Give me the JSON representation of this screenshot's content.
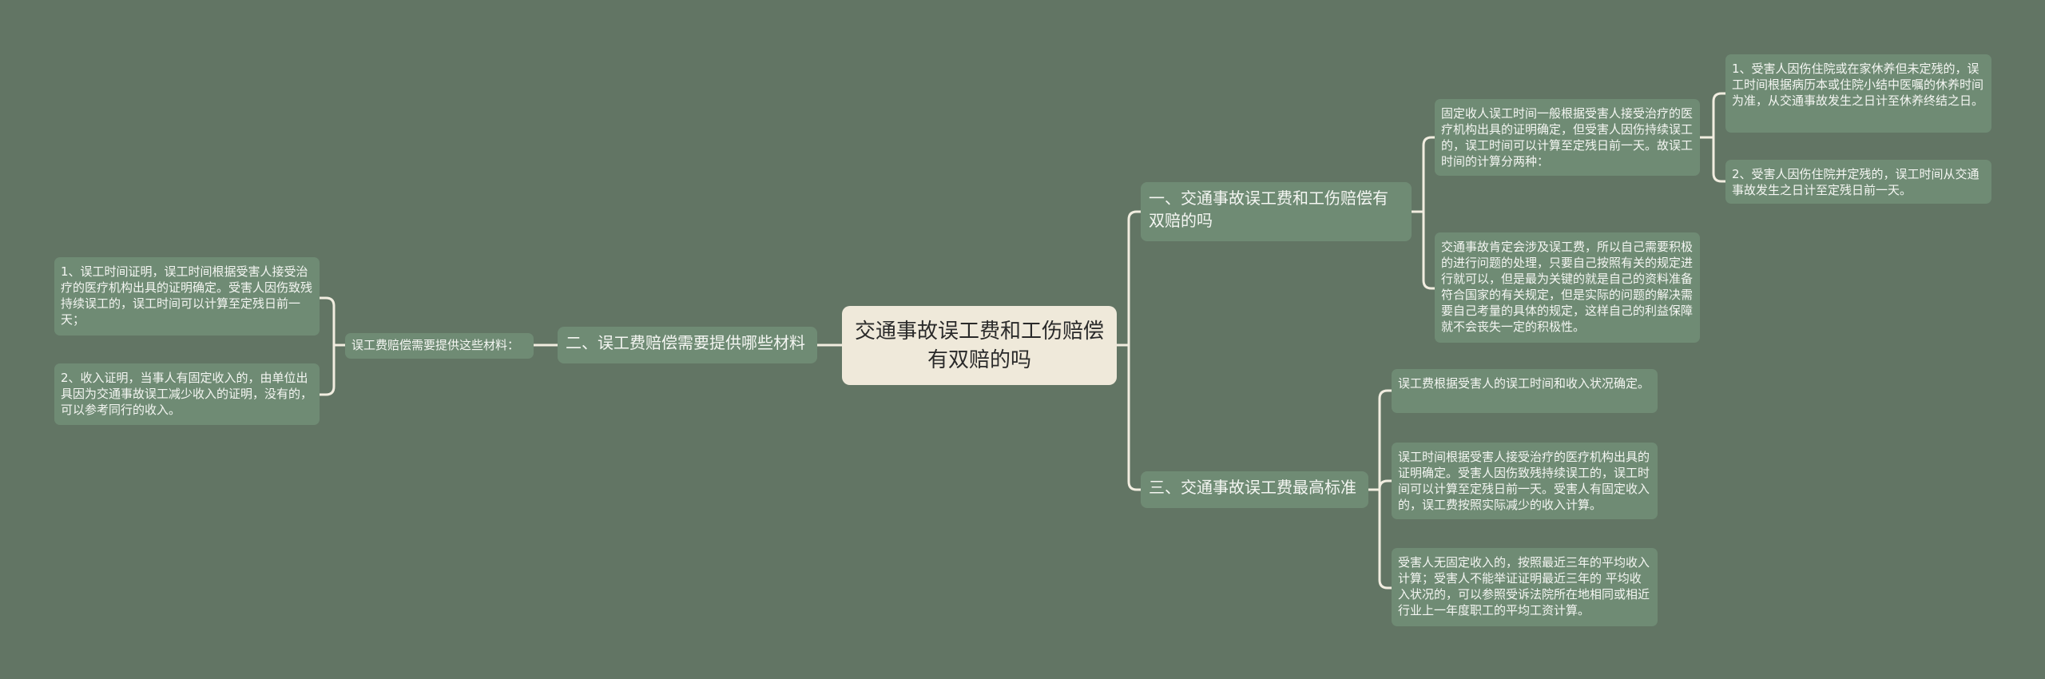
{
  "colors": {
    "background": "#627564",
    "root_fill": "#efe9da",
    "node_fill": "#6f8b74",
    "connector": "#f1ede0"
  },
  "root": {
    "label": "交通事故误工费和工伤赔偿有双赔的吗"
  },
  "branches": {
    "b1": {
      "label": "一、交通事故误工费和工伤赔偿有双赔的吗",
      "children": {
        "c1": {
          "label": "固定收人误工时间一般根据受害人接受治疗的医疗机构出具的证明确定，但受害人因伤持续误工的，误工时间可以计算至定残日前一天。故误工时间的计算分两种：",
          "children": {
            "d1": {
              "label": "1、受害人因伤住院或在家休养但未定残的，误工时间根据病历本或住院小结中医嘱的休养时间为准，从交通事故发生之日计至休养终结之日。"
            },
            "d2": {
              "label": "2、受害人因伤住院并定残的，误工时间从交通事故发生之日计至定残日前一天。"
            }
          }
        },
        "c2": {
          "label": "交通事故肯定会涉及误工费，所以自己需要积极的进行问题的处理，只要自己按照有关的规定进行就可以，但是最为关键的就是自己的资料准备符合国家的有关规定，但是实际的问题的解决需要自己考量的具体的规定，这样自己的利益保障就不会丧失一定的积极性。"
        }
      }
    },
    "b2": {
      "label": "二、误工费赔偿需要提供哪些材料",
      "children": {
        "c1": {
          "label": "误工费赔偿需要提供这些材料：",
          "children": {
            "d1": {
              "label": "1、误工时间证明，误工时间根据受害人接受治疗的医疗机构出具的证明确定。受害人因伤致残持续误工的，误工时间可以计算至定残日前一天；"
            },
            "d2": {
              "label": "2、收入证明，当事人有固定收入的，由单位出具因为交通事故误工减少收入的证明，没有的，可以参考同行的收入。"
            }
          }
        }
      }
    },
    "b3": {
      "label": "三、交通事故误工费最高标准",
      "children": {
        "c1": {
          "label": "误工费根据受害人的误工时间和收入状况确定。"
        },
        "c2": {
          "label": "误工时间根据受害人接受治疗的医疗机构出具的证明确定。受害人因伤致残持续误工的，误工时间可以计算至定残日前一天。受害人有固定收入的，误工费按照实际减少的收入计算。"
        },
        "c3": {
          "label": "受害人无固定收入的，按照最近三年的平均收入计算；受害人不能举证证明最近三年的 平均收入状况的，可以参照受诉法院所在地相同或相近行业上一年度职工的平均工资计算。"
        }
      }
    }
  }
}
